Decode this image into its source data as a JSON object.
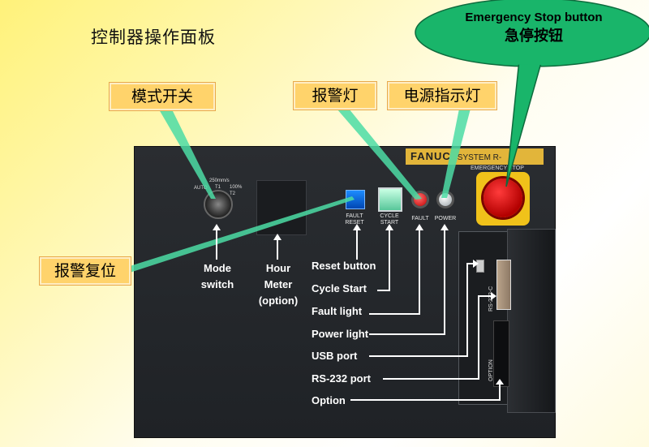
{
  "page_title": "控制器操作面板",
  "callouts": {
    "mode_switch": "模式开关",
    "alarm_light": "报警灯",
    "power_indicator": "电源指示灯",
    "alarm_reset": "报警复位",
    "emergency_stop_en": "Emergency Stop button",
    "emergency_stop_cn": "急停按钮"
  },
  "panel": {
    "brand": "FANUC",
    "system": "SYSTEM R-",
    "estop_text": "EMERGENCY STOP",
    "key_labels": {
      "auto": "AUTO",
      "t1": "T1",
      "t2": "T2",
      "speed": "250mm/s",
      "pct": "100%"
    },
    "button_labels": {
      "fault_reset": [
        "FAULT",
        "RESET"
      ],
      "cycle_start": [
        "CYCLE",
        "START"
      ],
      "fault": "FAULT",
      "power": "POWER"
    },
    "side_labels": {
      "rs232": "RS-232-C",
      "option": "OPTION"
    }
  },
  "labels": {
    "mode_switch": [
      "Mode",
      "switch"
    ],
    "hour_meter": [
      "Hour",
      "Meter",
      "(option)"
    ],
    "reset_button": "Reset button",
    "cycle_start": "Cycle Start",
    "fault_light": "Fault light",
    "power_light": "Power light",
    "usb_port": "USB port",
    "rs232_port": "RS-232 port",
    "option": "Option"
  },
  "colors": {
    "callout_fill": "#ffd36b",
    "oval_fill": "#19b56a",
    "pointer_line": "#4cdca4",
    "panel": "#25282c",
    "estop_red": "#d40000",
    "estop_yellow": "#f0c21a"
  }
}
